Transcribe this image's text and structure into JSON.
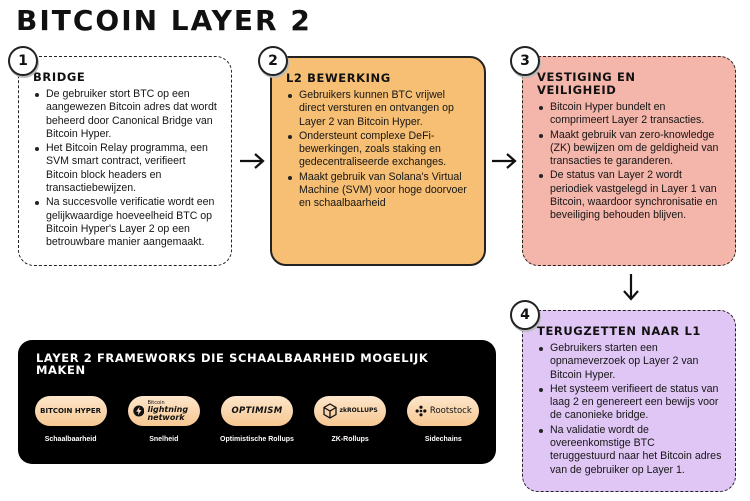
{
  "title": "BITCOIN LAYER 2",
  "steps": [
    {
      "number": "1",
      "title": "BRIDGE",
      "bullets": [
        "De gebruiker stort BTC op een aangewezen Bitcoin adres dat wordt beheerd door Canonical Bridge van Bitcoin Hyper.",
        "Het Bitcoin Relay programma, een SVM smart contract, verifieert Bitcoin block headers en transactiebewijzen.",
        "Na succesvolle verificatie wordt een gelijkwaardige hoeveelheid BTC op Bitcoin Hyper's Layer 2 op een betrouwbare manier aangemaakt."
      ]
    },
    {
      "number": "2",
      "title": "L2 BEWERKING",
      "bullets": [
        "Gebruikers kunnen BTC vrijwel direct versturen en ontvangen op Layer 2 van Bitcoin Hyper.",
        "Ondersteunt complexe DeFi-bewerkingen, zoals staking en gedecentraliseerde exchanges.",
        "Maakt gebruik van Solana's Virtual Machine (SVM) voor hoge doorvoer en schaalbaarheid"
      ]
    },
    {
      "number": "3",
      "title": "VESTIGING EN VEILIGHEID",
      "bullets": [
        "Bitcoin Hyper bundelt en comprimeert Layer 2 transacties.",
        "Maakt gebruik van zero-knowledge (ZK) bewijzen om de geldigheid van transacties te garanderen.",
        "De status van Layer 2 wordt periodiek vastgelegd in Layer 1 van Bitcoin, waardoor synchronisatie en beveiliging behouden blijven."
      ]
    },
    {
      "number": "4",
      "title": "TERUGZETTEN NAAR L1",
      "bullets": [
        "Gebruikers starten een opnameverzoek op Layer 2 van Bitcoin Hyper.",
        "Het systeem verifieert de status van laag 2 en genereert een bewijs voor de canonieke bridge.",
        "Na validatie wordt de overeenkomstige BTC teruggestuurd naar het Bitcoin adres van de gebruiker op Layer 1."
      ]
    }
  ],
  "frameworks": {
    "title": "LAYER 2 FRAMEWORKS DIE SCHAALBAARHEID MOGELIJK MAKEN",
    "items": [
      {
        "logo": "BITCOIN HYPER",
        "label": "Schaalbaarheid",
        "icon": "bitcoin-hyper-logo"
      },
      {
        "logo_small": "Bitcoin",
        "logo": "lightning network",
        "label": "Snelheid",
        "icon": "lightning-bolt-icon"
      },
      {
        "logo": "OPTIMISM",
        "label": "Optimistische Rollups",
        "icon": "optimism-logo"
      },
      {
        "logo": "zkROLLUPS",
        "label": "ZK-Rollups",
        "icon": "zk-rollups-logo"
      },
      {
        "logo": "Rootstock",
        "label": "Sidechains",
        "icon": "rootstock-logo"
      }
    ]
  },
  "colors": {
    "step2_bg": "#f6bf74",
    "step3_bg": "#f4b5aa",
    "step4_bg": "#e0c6f5",
    "panel_bg": "#000000",
    "pill_bg": "#f6c791"
  }
}
